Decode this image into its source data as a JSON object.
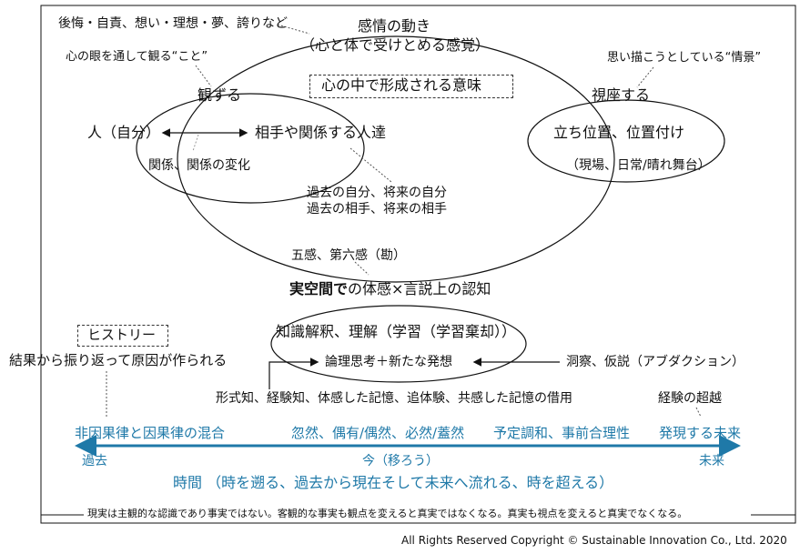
{
  "labels": {
    "regret": "後悔・自責、想い・理想・夢、誇りなど",
    "emotion_title": "感情の動き",
    "emotion_sub": "（心と体で受けとめる感覚）",
    "mind_eye": "心の眼を通して観る“こと”",
    "observe": "観ずる",
    "meaning_box": "心の中で形成される意味",
    "scene": "思い描こうとしている“情景”",
    "view": "視座する",
    "self": "人（自分）",
    "others": "相手や関係する人達",
    "relation": "関係、関係の変化",
    "standpoint": "立ち位置、位置付け",
    "stage": "（現場、日常/晴れ舞台）",
    "past_self": "過去の自分、将来の自分",
    "past_partner": "過去の相手、将来の相手",
    "five_senses": "五感、第六感（勘）",
    "real_space_a": "実空間で",
    "real_space_b": "の体感×言説上の認知",
    "knowledge": "知識解釈、理解（学習（学習棄却））",
    "history_box": "ヒストリー",
    "result_cause": "結果から振り返って原因が作られる",
    "logic": "論理思考＋新たな発想",
    "insight": "洞察、仮説（アブダクション）",
    "formal_knowledge": "形式知、経験知、体感した記憶、追体験、共感した記憶の借用",
    "transcend": "経験の超越",
    "nonlinear": "非因果律と因果律の混合",
    "chance": "忽然、偶有/偶然、必然/蓋然",
    "harmony": "予定調和、事前合理性",
    "emerging": "発現する未来",
    "past": "過去",
    "now": "今（移ろう）",
    "future": "未来",
    "time": "時間 （時を遡る、過去から現在そして未来へ流れる、時を超える）",
    "footer_note": "現実は主観的な認識であり事実ではない。客観的な事実も観点を変えると真実ではなくなる。真実も視点を変えると真実でなくなる。",
    "copyright": "All Rights Reserved  Copyright © Sustainable Innovation  Co., Ltd.  2020"
  },
  "colors": {
    "accent": "#1f79a8",
    "ink": "#111111"
  }
}
